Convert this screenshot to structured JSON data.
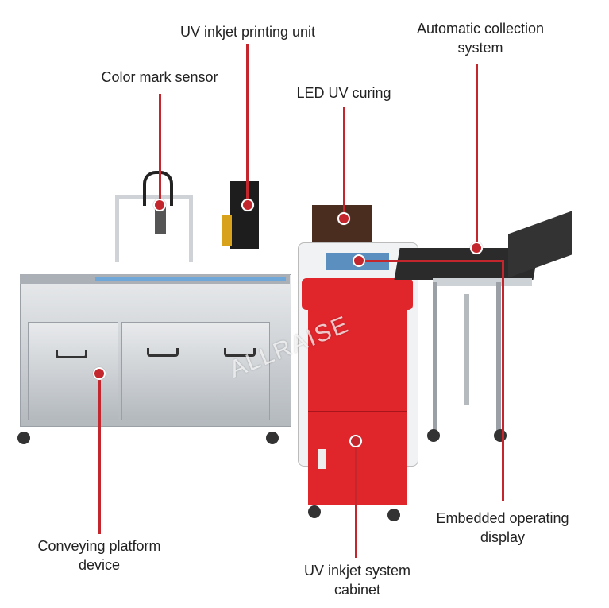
{
  "labels": {
    "printing_unit": "UV inkjet printing unit",
    "collection_line1": "Automatic collection",
    "collection_line2": "system",
    "color_mark": "Color mark sensor",
    "led_curing": "LED UV curing",
    "conveying_line1": "Conveying platform",
    "conveying_line2": "device",
    "cabinet_line1": "UV inkjet system",
    "cabinet_line2": "cabinet",
    "display_line1": "Embedded operating",
    "display_line2": "display"
  },
  "watermark": "ALLRAISE",
  "colors": {
    "callout": "#c4262e",
    "cabinet": "#e0252b"
  }
}
